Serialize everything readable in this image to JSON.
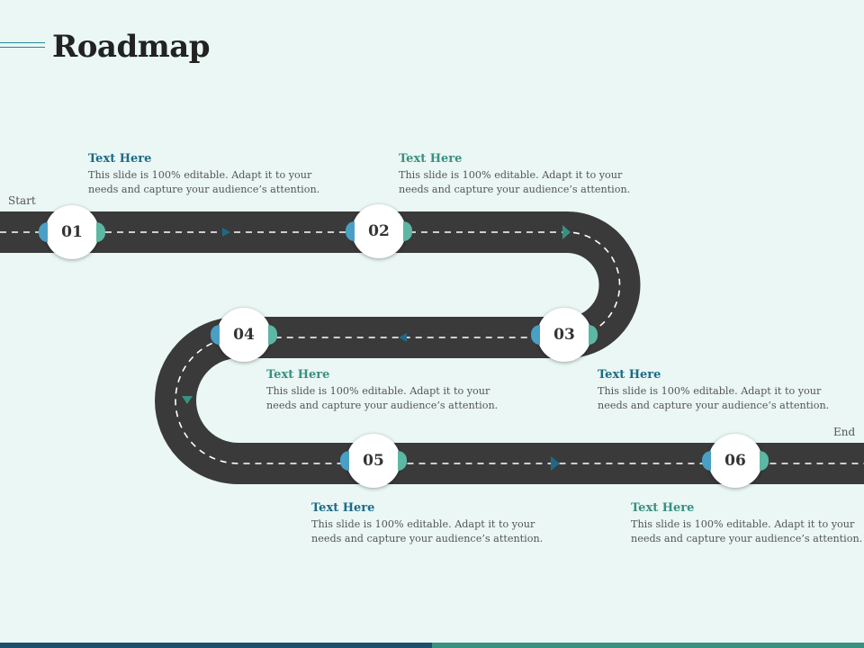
{
  "title": "Roadmap",
  "labels": {
    "start": "Start",
    "end": "End"
  },
  "colors": {
    "road": "#3a3a3a",
    "dash": "#ffffff",
    "heading_blue": "#1e6a86",
    "heading_green": "#3a9080",
    "tab_blue": "#4a9fc4",
    "tab_green": "#5cb8a4",
    "background": "#eaf7f5"
  },
  "stages": [
    {
      "number": "01",
      "heading": "Text Here",
      "description_line1": "This slide is 100% editable. Adapt it to your",
      "description_line2": "needs and capture your audience’s attention."
    },
    {
      "number": "02",
      "heading": "Text Here",
      "description_line1": "This slide is 100% editable. Adapt it to your",
      "description_line2": "needs and capture your audience’s attention."
    },
    {
      "number": "03",
      "heading": "Text Here",
      "description_line1": "This slide is 100% editable. Adapt it to your",
      "description_line2": "needs and capture your audience’s attention."
    },
    {
      "number": "04",
      "heading": "Text Here",
      "description_line1": "This slide is 100% editable. Adapt it to your",
      "description_line2": "needs and capture your audience’s attention."
    },
    {
      "number": "05",
      "heading": "Text Here",
      "description_line1": "This slide is 100% editable. Adapt it to your",
      "description_line2": "needs and capture your audience’s attention."
    },
    {
      "number": "06",
      "heading": "Text Here",
      "description_line1": "This slide is 100% editable. Adapt it to your",
      "description_line2": "needs and capture your audience’s attention."
    }
  ]
}
